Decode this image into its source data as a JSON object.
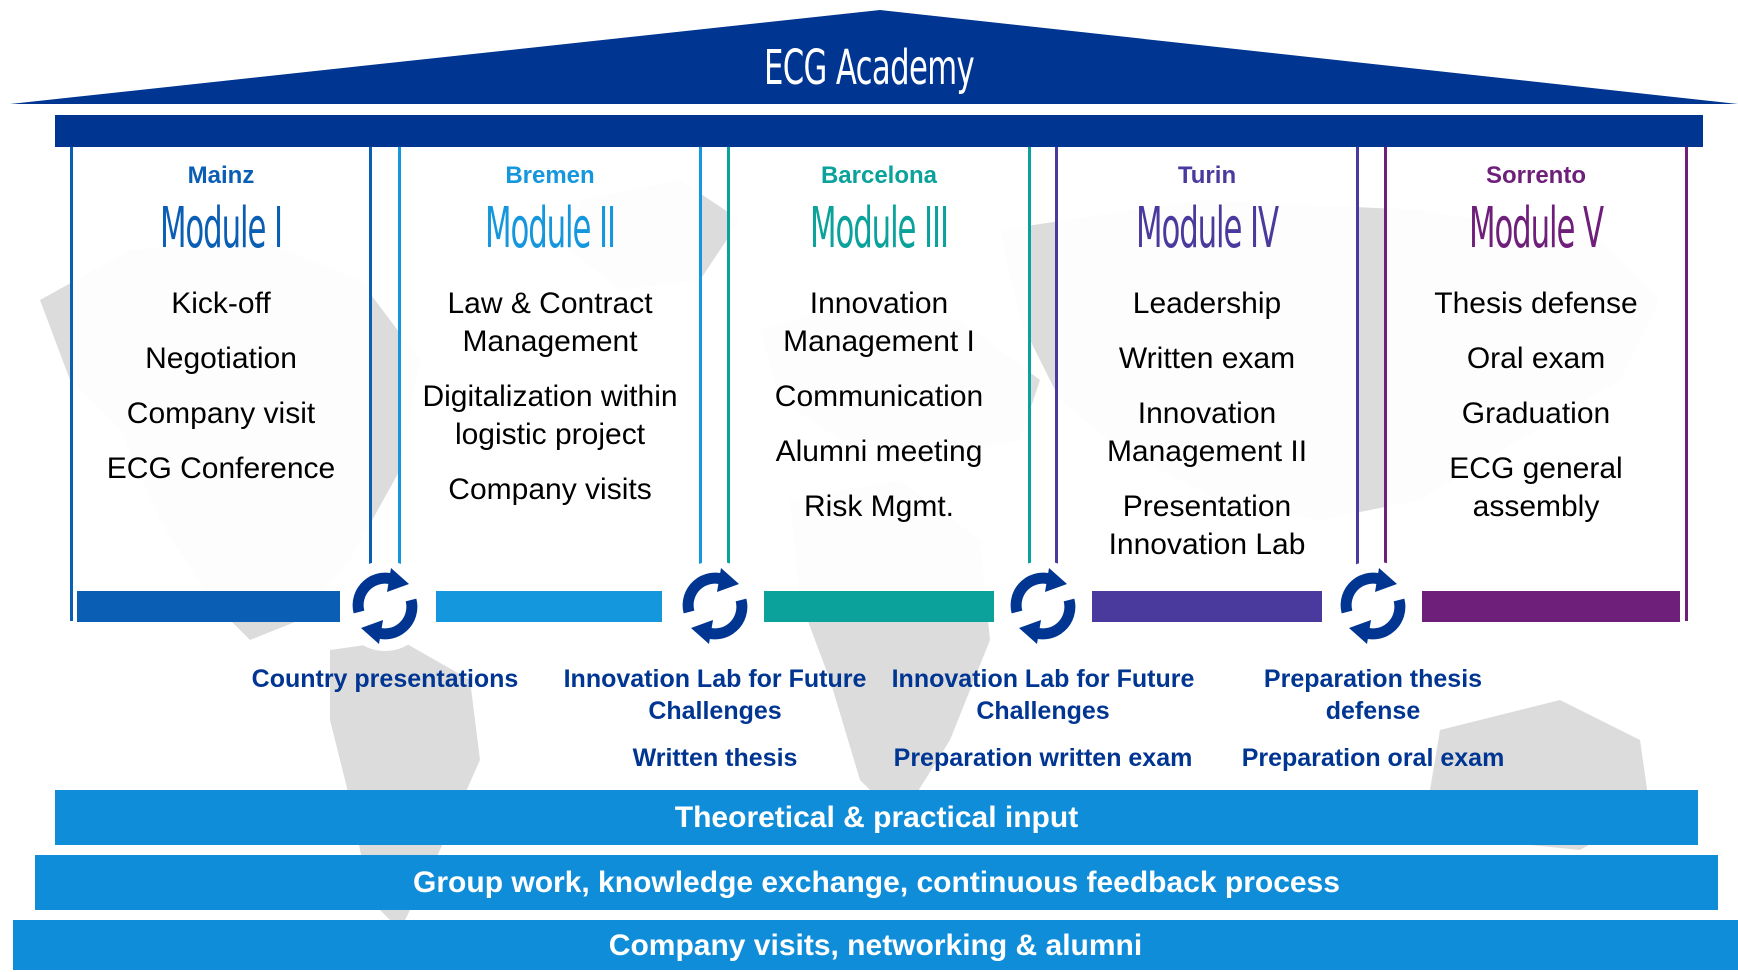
{
  "title": "ECG Academy",
  "modules": [
    {
      "city": "Mainz",
      "title": "Module I",
      "items": [
        "Kick-off",
        "Negotiation",
        "Company visit",
        "ECG Conference"
      ],
      "color": "#0a5fb4"
    },
    {
      "city": "Bremen",
      "title": "Module II",
      "items": [
        "Law & Contract Management",
        "Digitalization within logistic project",
        "Company visits"
      ],
      "color": "#1497dc"
    },
    {
      "city": "Barcelona",
      "title": "Module III",
      "items": [
        "Innovation Management I",
        "Communication",
        "Alumni meeting",
        "Risk Mgmt."
      ],
      "color": "#0aa29a"
    },
    {
      "city": "Turin",
      "title": "Module IV",
      "items": [
        "Leadership",
        "Written exam",
        "Innovation Management II",
        "Presentation Innovation Lab"
      ],
      "color": "#4b3a9e"
    },
    {
      "city": "Sorrento",
      "title": "Module V",
      "items": [
        "Thesis defense",
        "Oral exam",
        "Graduation",
        "ECG general assembly"
      ],
      "color": "#6e1f7a"
    }
  ],
  "transitions": [
    {
      "main": "Country presentations",
      "sub": ""
    },
    {
      "main": "Innovation Lab for Future Challenges",
      "sub": "Written thesis"
    },
    {
      "main": "Innovation Lab for Future Challenges",
      "sub": "Preparation written exam"
    },
    {
      "main": "Preparation thesis defense",
      "sub": "Preparation oral exam"
    }
  ],
  "foundation": [
    "Theoretical & practical input",
    "Group work, knowledge exchange, continuous feedback process",
    "Company visits, networking & alumni"
  ],
  "colors": {
    "navy": "#003592",
    "band": "#0f8dd8",
    "map": "#dcdcdc"
  },
  "icons": {
    "cycle": "refresh-cycle-icon"
  }
}
